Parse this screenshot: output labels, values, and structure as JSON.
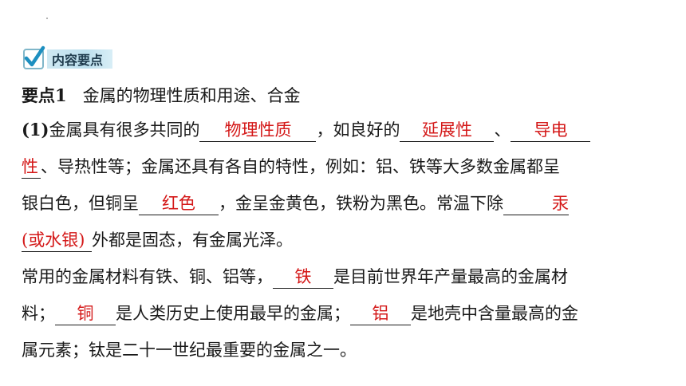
{
  "badge": {
    "label": "内容要点",
    "icon": "check-icon",
    "colors": {
      "bar": "#bde0ee",
      "check": "#1d8fc0"
    }
  },
  "heading": {
    "prefix": "要点1",
    "title": "金属的物理性质和用途、合金"
  },
  "para1": {
    "marker": "(1)",
    "t1": "金属具有很多共同的",
    "a1": "物理性质",
    "t2": "，如良好的",
    "a2": "延展性",
    "t3": "、",
    "a3a": "导电",
    "a3b": "性",
    "t4": "、导热性等；金属还具有各自的特性，例如：铝、铁等大多数金属都呈",
    "t5": "银白色，但铜呈",
    "a4": "红色",
    "t6": "，金呈金黄色，铁粉为黑色。常温下除",
    "a5a": "汞",
    "a5b": "(或水银)",
    "t7": "外都是固态，有金属光泽。"
  },
  "para2": {
    "t1": "常用的金属材料有铁、铜、铝等，",
    "a1": "铁",
    "t2": "是目前世界年产量最高的金属材",
    "t3": "料；",
    "a2": "铜",
    "t4": "是人类历史上使用最早的金属；",
    "a3": "铝",
    "t5": "是地壳中含量最高的金",
    "t6": "属元素；钛是二十一世纪最重要的金属之一。"
  },
  "colors": {
    "answer": "#d41818",
    "text": "#1a1a1a"
  }
}
